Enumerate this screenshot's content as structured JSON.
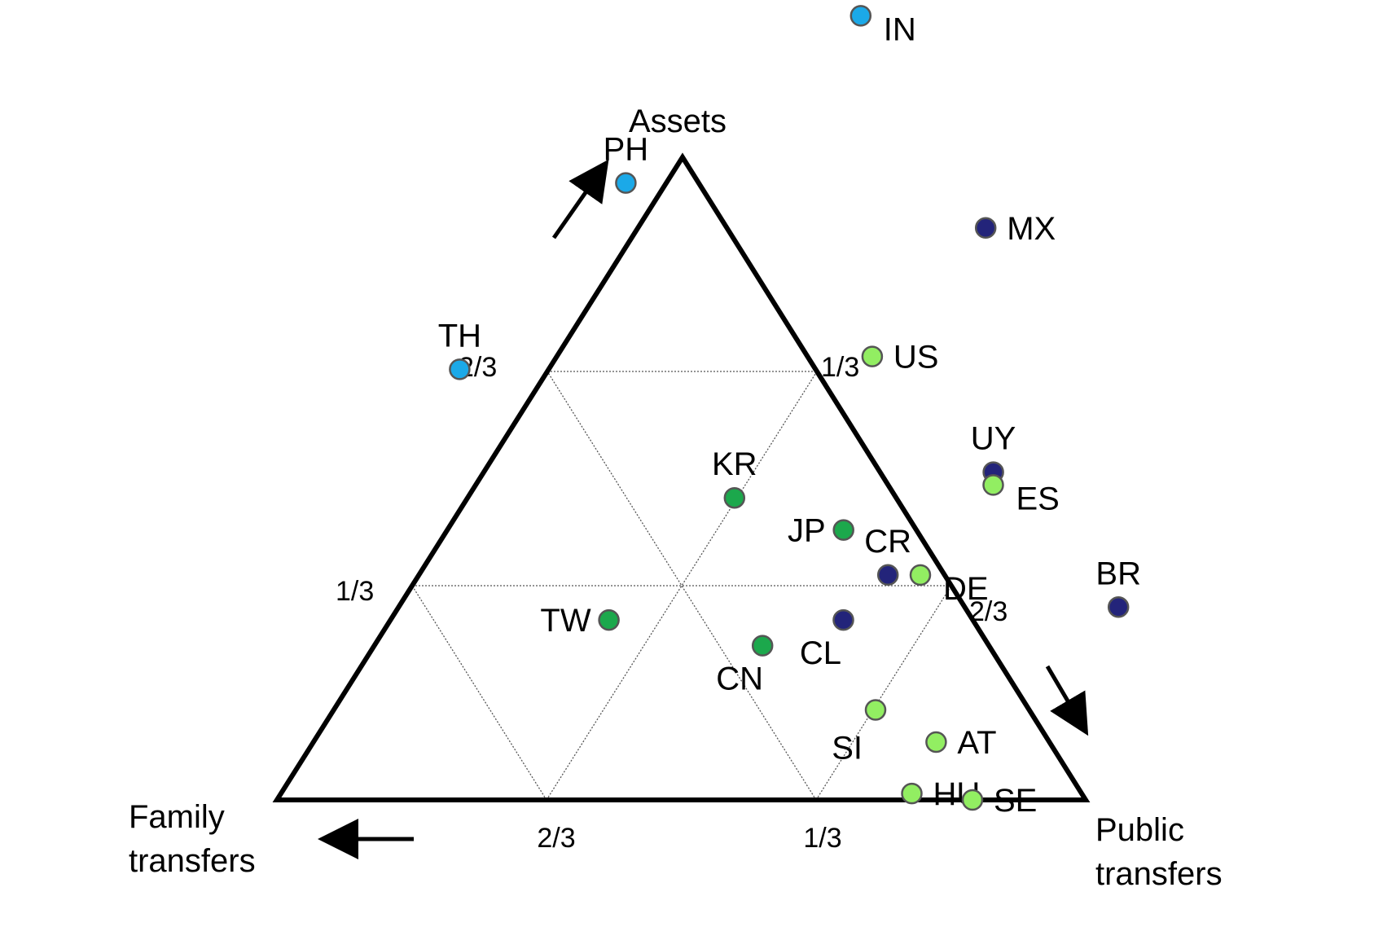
{
  "chart_data": {
    "type": "scatter",
    "subtype": "ternary",
    "vertex_labels": {
      "top": "Assets",
      "bottom_left": [
        "Family",
        "transfers"
      ],
      "bottom_right": [
        "Public",
        "transfers"
      ]
    },
    "tick_labels": [
      {
        "text": "2/3",
        "edge": "left",
        "position": "upper"
      },
      {
        "text": "1/3",
        "edge": "left",
        "position": "lower"
      },
      {
        "text": "1/3",
        "edge": "right",
        "position": "upper"
      },
      {
        "text": "2/3",
        "edge": "right",
        "position": "lower"
      },
      {
        "text": "2/3",
        "edge": "bottom",
        "position": "left"
      },
      {
        "text": "1/3",
        "edge": "bottom",
        "position": "right"
      }
    ],
    "grid": true,
    "components": [
      "assets",
      "public_transfers",
      "family_transfers"
    ],
    "colors": {
      "light_blue": "#1BA9E8",
      "navy": "#23247A",
      "light_green": "#92EE62",
      "green": "#1CA84C"
    },
    "points": [
      {
        "label": "IN",
        "assets": 1.22,
        "public": 0.11,
        "color": "light_blue",
        "label_side": "right-below"
      },
      {
        "label": "PH",
        "assets": 0.96,
        "public": -0.05,
        "color": "light_blue",
        "label_side": "above"
      },
      {
        "label": "TH",
        "assets": 0.67,
        "public": -0.11,
        "color": "light_blue",
        "label_side": "above"
      },
      {
        "label": "MX",
        "assets": 0.89,
        "public": 0.43,
        "color": "navy",
        "label_side": "right"
      },
      {
        "label": "US",
        "assets": 0.69,
        "public": 0.39,
        "color": "light_green",
        "label_side": "right"
      },
      {
        "label": "UY",
        "assets": 0.51,
        "public": 0.63,
        "color": "navy",
        "label_side": "above"
      },
      {
        "label": "ES",
        "assets": 0.49,
        "public": 0.64,
        "color": "light_green",
        "label_side": "right-below"
      },
      {
        "label": "KR",
        "assets": 0.47,
        "public": 0.33,
        "color": "green",
        "label_side": "above"
      },
      {
        "label": "JP",
        "assets": 0.42,
        "public": 0.49,
        "color": "green",
        "label_side": "left"
      },
      {
        "label": "CR",
        "assets": 0.35,
        "public": 0.58,
        "color": "navy",
        "label_side": "above"
      },
      {
        "label": "DE",
        "assets": 0.35,
        "public": 0.62,
        "color": "light_green",
        "label_side": "right-below"
      },
      {
        "label": "BR",
        "assets": 0.3,
        "public": 0.89,
        "color": "navy",
        "label_side": "above"
      },
      {
        "label": "TW",
        "assets": 0.28,
        "public": 0.27,
        "color": "green",
        "label_side": "left"
      },
      {
        "label": "CN",
        "assets": 0.24,
        "public": 0.48,
        "color": "green",
        "label_side": "below"
      },
      {
        "label": "CL",
        "assets": 0.28,
        "public": 0.56,
        "color": "navy",
        "label_side": "below"
      },
      {
        "label": "SI",
        "assets": 0.14,
        "public": 0.67,
        "color": "light_green",
        "label_side": "left-below"
      },
      {
        "label": "AT",
        "assets": 0.09,
        "public": 0.77,
        "color": "light_green",
        "label_side": "right"
      },
      {
        "label": "HU",
        "assets": 0.01,
        "public": 0.78,
        "color": "light_green",
        "label_side": "right"
      },
      {
        "label": "SE",
        "assets": 0.0,
        "public": 0.86,
        "color": "light_green",
        "label_side": "right"
      }
    ]
  }
}
